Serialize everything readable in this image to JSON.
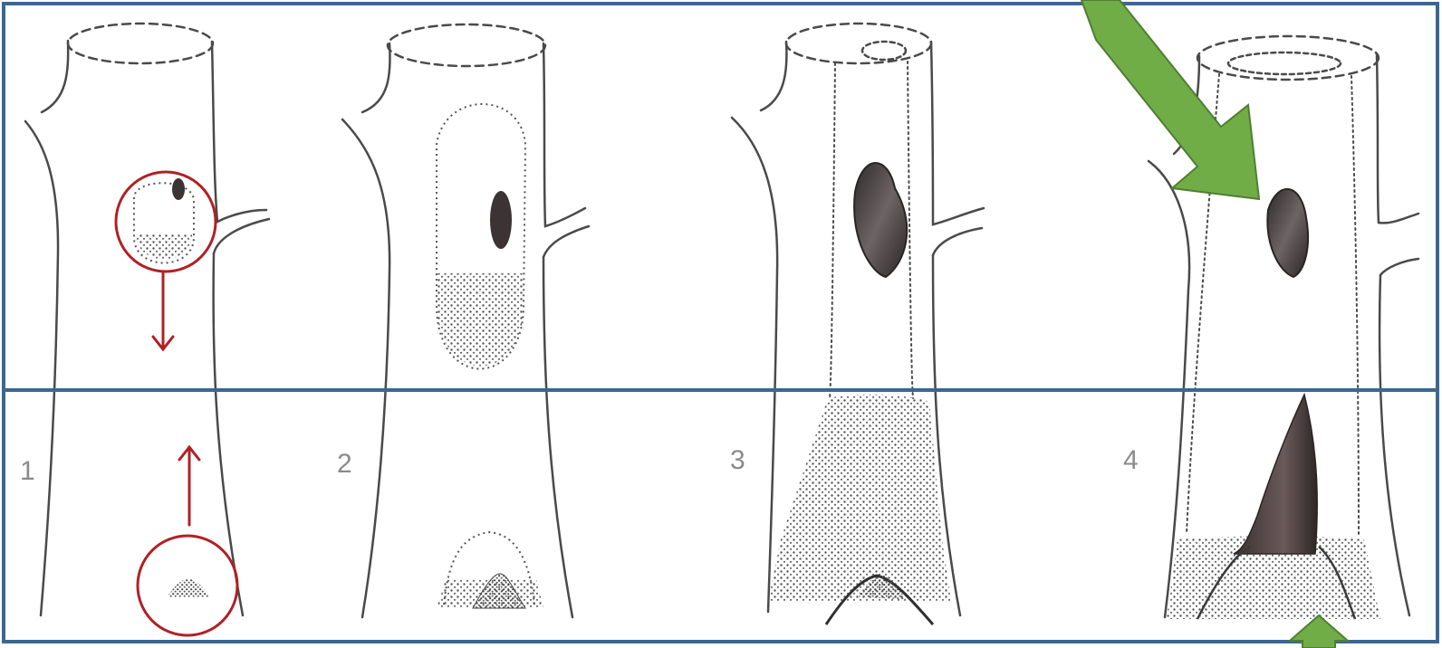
{
  "panels": [
    {
      "number": "1"
    },
    {
      "number": "2"
    },
    {
      "number": "3"
    },
    {
      "number": "4"
    }
  ],
  "colors": {
    "frame": "#3b6793",
    "outline": "#4a4a4a",
    "stipple": "#5a5a5a",
    "cavity_dark": "#3c3434",
    "highlight_circle": "#b02024",
    "highlight_arrow": "#b02024",
    "pointer_arrow": "#70ad47",
    "pointer_arrow_edge": "#507e32"
  },
  "icons": {
    "upper_circle": "circle-highlight",
    "lower_circle": "circle-highlight",
    "down_arrow": "arrow-down",
    "up_arrow": "arrow-up",
    "big_arrow": "arrow-down-right",
    "small_arrow": "arrow-up"
  }
}
